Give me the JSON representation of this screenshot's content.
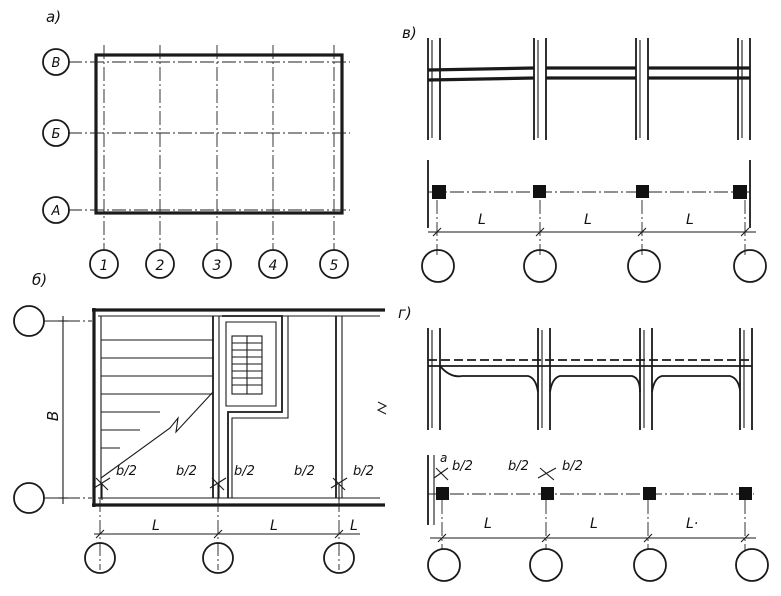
{
  "panels": {
    "a": {
      "label": "а)",
      "row_axes": [
        "В",
        "Б",
        "А"
      ],
      "col_axes": [
        "1",
        "2",
        "3",
        "4",
        "5"
      ]
    },
    "b": {
      "label": "б)",
      "dim_B": "В",
      "half": "b/2",
      "span": "L"
    },
    "v": {
      "label": "в)",
      "span": "L"
    },
    "g": {
      "label": "г)",
      "a": "a",
      "half": "b/2",
      "span": "L",
      "span_last": "L·"
    }
  }
}
